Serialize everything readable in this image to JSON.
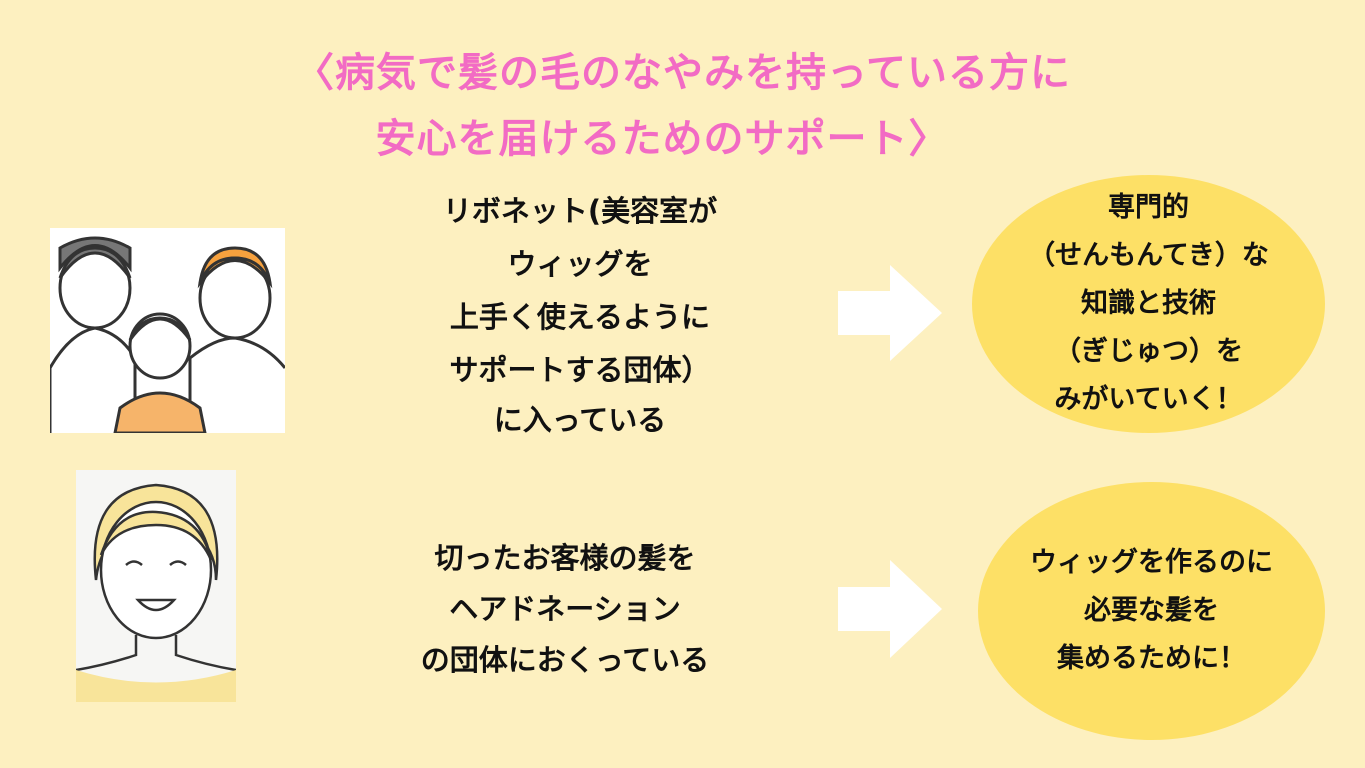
{
  "title": {
    "line1": "〈病気で髪の毛のなやみを持っている方に",
    "line2": "安心を届けるためのサポート〉"
  },
  "row1": {
    "lines": [
      "リボネット(美容室が",
      "ウィッグを",
      "上手く使えるように",
      "サポートする団体）",
      "に入っている"
    ],
    "bubble": [
      "専門的",
      "（せんもんてき）な",
      "知識と技術",
      "（ぎじゅつ）を",
      "みがいていく！"
    ]
  },
  "row2": {
    "lines": [
      "切ったお客様の髪を",
      "ヘアドネーション",
      "の団体におくっている"
    ],
    "bubble": [
      "ウィッグを作るのに",
      "必要な髪を",
      "集めるために！"
    ]
  },
  "colors": {
    "background": "#fdf0c0",
    "title": "#f26bc4",
    "bubble": "#fde066",
    "arrow": "#ffffff"
  }
}
